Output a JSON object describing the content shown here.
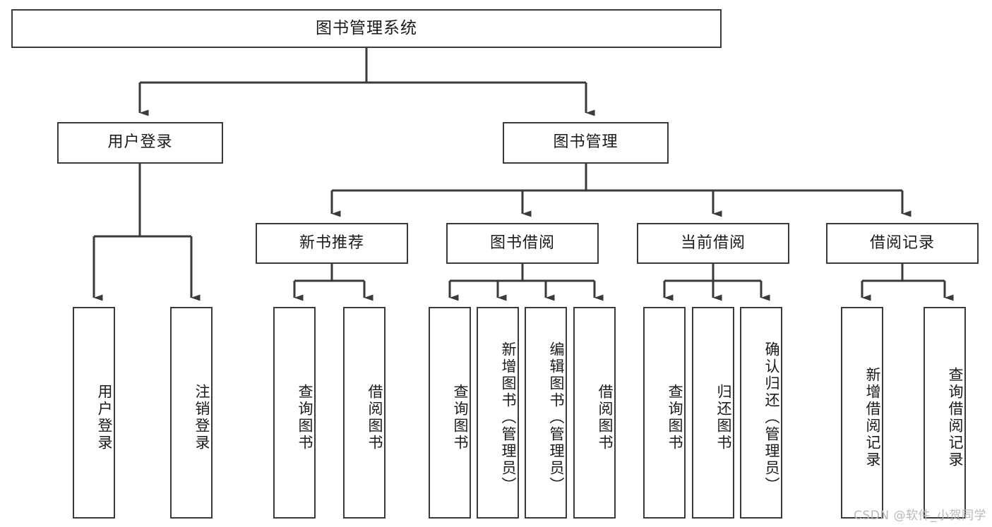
{
  "diagram": {
    "title": "图书管理系统",
    "type": "tree",
    "watermark": "CSDN @软件_小贺同学",
    "line_color": "#3a3a3a",
    "box_fill": "#ffffff",
    "text_color": "#1a1a1a",
    "watermark_color": "#b9b9b9"
  },
  "nodes": {
    "root": {
      "label": "图书管理系统",
      "level": 1,
      "orientation": "horizontal"
    },
    "l2": [
      {
        "id": "user-login",
        "label": "用户登录",
        "level": 2,
        "orientation": "horizontal"
      },
      {
        "id": "book-management",
        "label": "图书管理",
        "level": 2,
        "orientation": "horizontal"
      }
    ],
    "l3": [
      {
        "id": "new-book-recommend",
        "label": "新书推荐",
        "level": 3,
        "orientation": "horizontal",
        "parent": "book-management"
      },
      {
        "id": "book-borrow",
        "label": "图书借阅",
        "level": 3,
        "orientation": "horizontal",
        "parent": "book-management"
      },
      {
        "id": "current-borrow",
        "label": "当前借阅",
        "level": 3,
        "orientation": "horizontal",
        "parent": "book-management"
      },
      {
        "id": "borrow-record",
        "label": "借阅记录",
        "level": 3,
        "orientation": "horizontal",
        "parent": "book-management"
      }
    ],
    "leaves": [
      {
        "id": "leaf-user-login",
        "label": "用户登录",
        "parent": "user-login"
      },
      {
        "id": "leaf-user-logout",
        "label": "注销登录",
        "parent": "user-login"
      },
      {
        "id": "leaf-query-book-1",
        "label": "查询图书",
        "parent": "new-book-recommend"
      },
      {
        "id": "leaf-borrow-book-1",
        "label": "借阅图书",
        "parent": "new-book-recommend"
      },
      {
        "id": "leaf-query-book-2",
        "label": "查询图书",
        "parent": "book-borrow"
      },
      {
        "id": "leaf-add-book",
        "label": "新增图书（管理员）",
        "parent": "book-borrow"
      },
      {
        "id": "leaf-edit-book",
        "label": "编辑图书（管理员）",
        "parent": "book-borrow"
      },
      {
        "id": "leaf-borrow-book-2",
        "label": "借阅图书",
        "parent": "book-borrow"
      },
      {
        "id": "leaf-query-book-3",
        "label": "查询图书",
        "parent": "current-borrow"
      },
      {
        "id": "leaf-return-book",
        "label": "归还图书",
        "parent": "current-borrow"
      },
      {
        "id": "leaf-confirm-return",
        "label": "确认归还（管理员）",
        "parent": "current-borrow"
      },
      {
        "id": "leaf-add-record",
        "label": "新增借阅记录",
        "parent": "borrow-record"
      },
      {
        "id": "leaf-query-record",
        "label": "查询借阅记录",
        "parent": "borrow-record"
      }
    ]
  }
}
